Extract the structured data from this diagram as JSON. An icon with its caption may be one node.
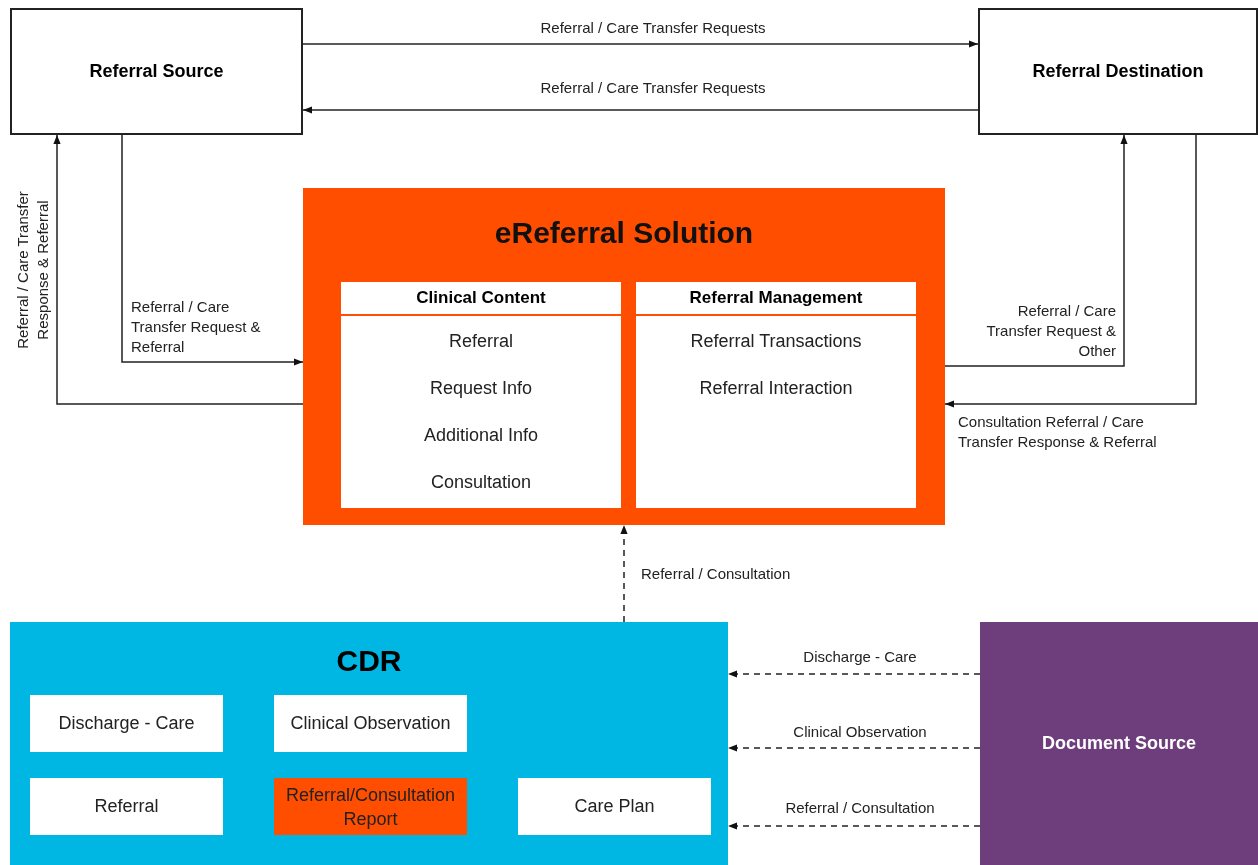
{
  "diagram": {
    "nodes": [
      {
        "text": [
          "Referral Source"
        ]
      },
      {
        "text": [
          "Referral Destination"
        ]
      },
      {
        "text": [
          "eReferral Solution"
        ]
      },
      {
        "text": [
          "Clinical Content",
          "Referral",
          "Request Info",
          "Additional Info",
          "Consultation"
        ],
        "in": 2
      },
      {
        "text": [
          "Referral Management",
          "Referral Transactions",
          "Referral Interaction"
        ],
        "in": 2
      },
      {
        "text": [
          "CDR"
        ]
      },
      {
        "text": [
          "Discharge - Care"
        ],
        "in": 5
      },
      {
        "text": [
          "Clinical Observation"
        ],
        "in": 5
      },
      {
        "text": [
          "Referral"
        ],
        "in": 5
      },
      {
        "text": [
          "Referral/Consultation Report"
        ],
        "in": 5
      },
      {
        "text": [
          "Care Plan"
        ],
        "in": 5
      },
      {
        "text": [
          "Document Source"
        ]
      }
    ],
    "edges": [
      {
        "from": 0,
        "to": 1,
        "arrow": "to",
        "label": "Referral / Care Transfer Requests"
      },
      {
        "from": 1,
        "to": 0,
        "arrow": "to",
        "label": "Referral / Care Transfer Requests"
      },
      {
        "from": 0,
        "to": 2,
        "arrow": "to",
        "label": "Referral / Care Transfer Request & Referral"
      },
      {
        "from": 2,
        "to": 0,
        "arrow": "to",
        "label": "Referral / Care Transfer Response & Referral"
      },
      {
        "from": 2,
        "to": 1,
        "arrow": "to",
        "label": "Referral / Care Transfer Request & Other"
      },
      {
        "from": 1,
        "to": 2,
        "arrow": "to",
        "label": "Consultation Referral / Care Transfer Response & Referral"
      },
      {
        "from": 5,
        "to": 2,
        "arrow": "to",
        "label": "Referral / Consultation",
        "style": "dashed"
      },
      {
        "from": 11,
        "to": 5,
        "arrow": "to",
        "label": "Discharge - Care",
        "style": "dashed"
      },
      {
        "from": 11,
        "to": 5,
        "arrow": "to",
        "label": "Clinical Observation",
        "style": "dashed"
      },
      {
        "from": 11,
        "to": 5,
        "arrow": "to",
        "label": "Referral / Consultation",
        "style": "dashed"
      }
    ]
  }
}
